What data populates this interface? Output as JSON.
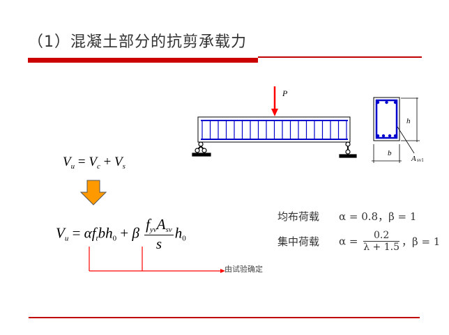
{
  "slide": {
    "title": "（1）混凝土部分的抗剪承载力",
    "colors": {
      "accent_red": "#cc0000",
      "rebar_blue": "#0000cc",
      "arrow_orange": "#ff9900",
      "load_red": "#ff0000",
      "text": "#333333"
    }
  },
  "beam_diagram": {
    "load_label": "P",
    "section_height_label": "h",
    "section_width_label": "b",
    "stirrup_area_label": "A",
    "stirrup_area_sub": "sv1",
    "stirrup_count": 18
  },
  "equations": {
    "eq1": {
      "lhs": "V",
      "lhs_sub": "u",
      "eq": " = ",
      "t1": "V",
      "t1_sub": "c",
      "plus": " + ",
      "t2": "V",
      "t2_sub": "s"
    },
    "eq2": {
      "lhs": "V",
      "lhs_sub": "u",
      "eq": " = ",
      "alpha": "α",
      "f": "f",
      "f_sub": "t",
      "bh": "bh",
      "bh_sub": "0",
      "plus": " + ",
      "beta": "β",
      "num_f": "f",
      "num_f_sub": "yv",
      "num_A": "A",
      "num_A_sub": "sv",
      "den": "s",
      "h": "h",
      "h_sub": "0"
    },
    "note": "由试验确定"
  },
  "cases": [
    {
      "label": "均布荷载",
      "alpha_text": "α = 0.8，",
      "beta_text": "β = 1"
    },
    {
      "label": "集中荷载",
      "alpha_prefix": "α = ",
      "frac_num": "0.2",
      "frac_den": "λ + 1.5",
      "beta_text": "，β = 1"
    }
  ]
}
